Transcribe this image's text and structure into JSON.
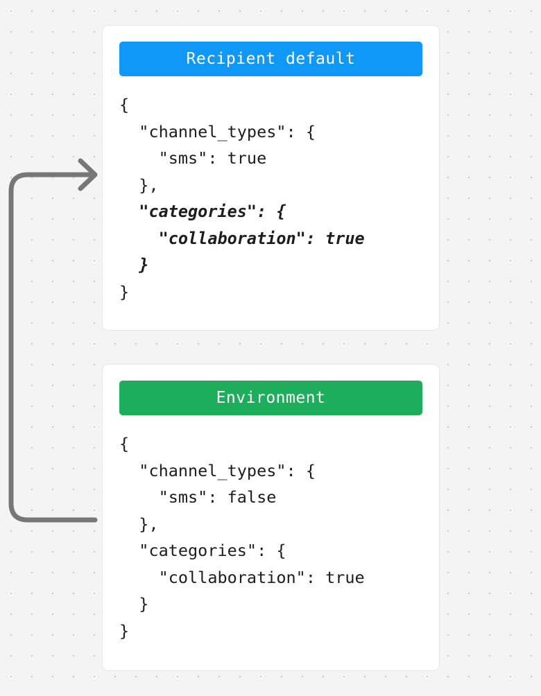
{
  "background": {
    "color": "#f4f4f4",
    "dot_color": "#c9c9c9",
    "dot_spacing": 30
  },
  "connector": {
    "name": "merge-arrow",
    "color": "#777777",
    "direction": "from-environment-card-up-to-recipient-card",
    "arrowhead": "right"
  },
  "cards": [
    {
      "id": "recipient-default",
      "header": {
        "label": "Recipient default",
        "color": "#0f98f7",
        "text_color": "#ffffff"
      },
      "code_lines": [
        {
          "text": "{",
          "highlight": false
        },
        {
          "text": "  \"channel_types\": {",
          "highlight": false
        },
        {
          "text": "    \"sms\": true",
          "highlight": false
        },
        {
          "text": "  },",
          "highlight": false
        },
        {
          "text": "  \"categories\": {",
          "highlight": true
        },
        {
          "text": "    \"collaboration\": true",
          "highlight": true
        },
        {
          "text": "  }",
          "highlight": true
        },
        {
          "text": "}",
          "highlight": false
        }
      ]
    },
    {
      "id": "environment",
      "header": {
        "label": "Environment",
        "color": "#1cae5a",
        "text_color": "#ffffff"
      },
      "code_lines": [
        {
          "text": "{",
          "highlight": false
        },
        {
          "text": "  \"channel_types\": {",
          "highlight": false
        },
        {
          "text": "    \"sms\": false",
          "highlight": false
        },
        {
          "text": "  },",
          "highlight": false
        },
        {
          "text": "  \"categories\": {",
          "highlight": false
        },
        {
          "text": "    \"collaboration\": true",
          "highlight": false
        },
        {
          "text": "  }",
          "highlight": false
        },
        {
          "text": "}",
          "highlight": false
        }
      ]
    }
  ]
}
